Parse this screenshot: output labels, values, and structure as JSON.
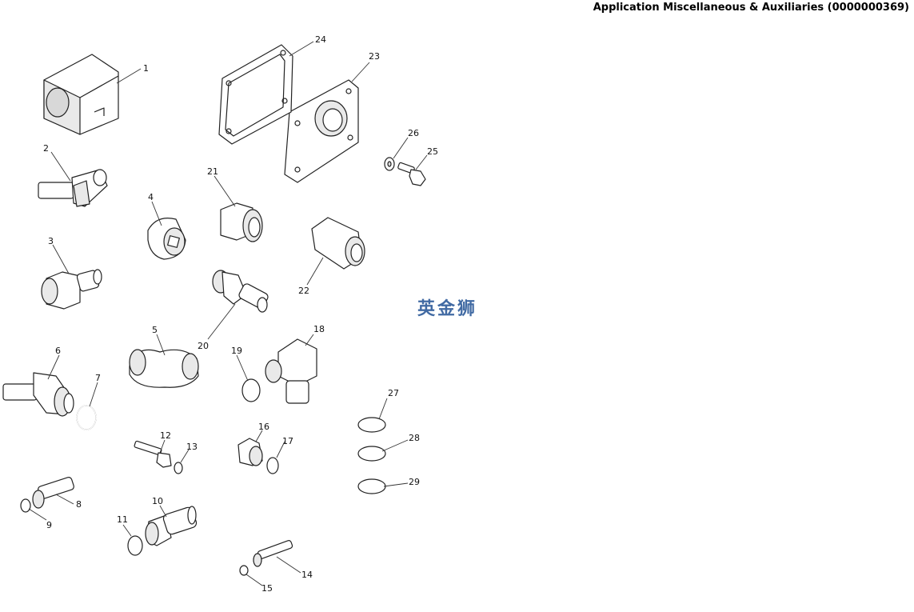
{
  "header": {
    "title": "Application Miscellaneous & Auxiliaries (0000000369)"
  },
  "watermark": {
    "text": "英金狮",
    "color": "#2d5a9a"
  },
  "callouts": [
    "1",
    "2",
    "3",
    "4",
    "5",
    "6",
    "7",
    "8",
    "9",
    "10",
    "11",
    "12",
    "13",
    "14",
    "15",
    "16",
    "17",
    "18",
    "19",
    "20",
    "21",
    "22",
    "23",
    "24",
    "25",
    "26",
    "27",
    "28",
    "29"
  ]
}
